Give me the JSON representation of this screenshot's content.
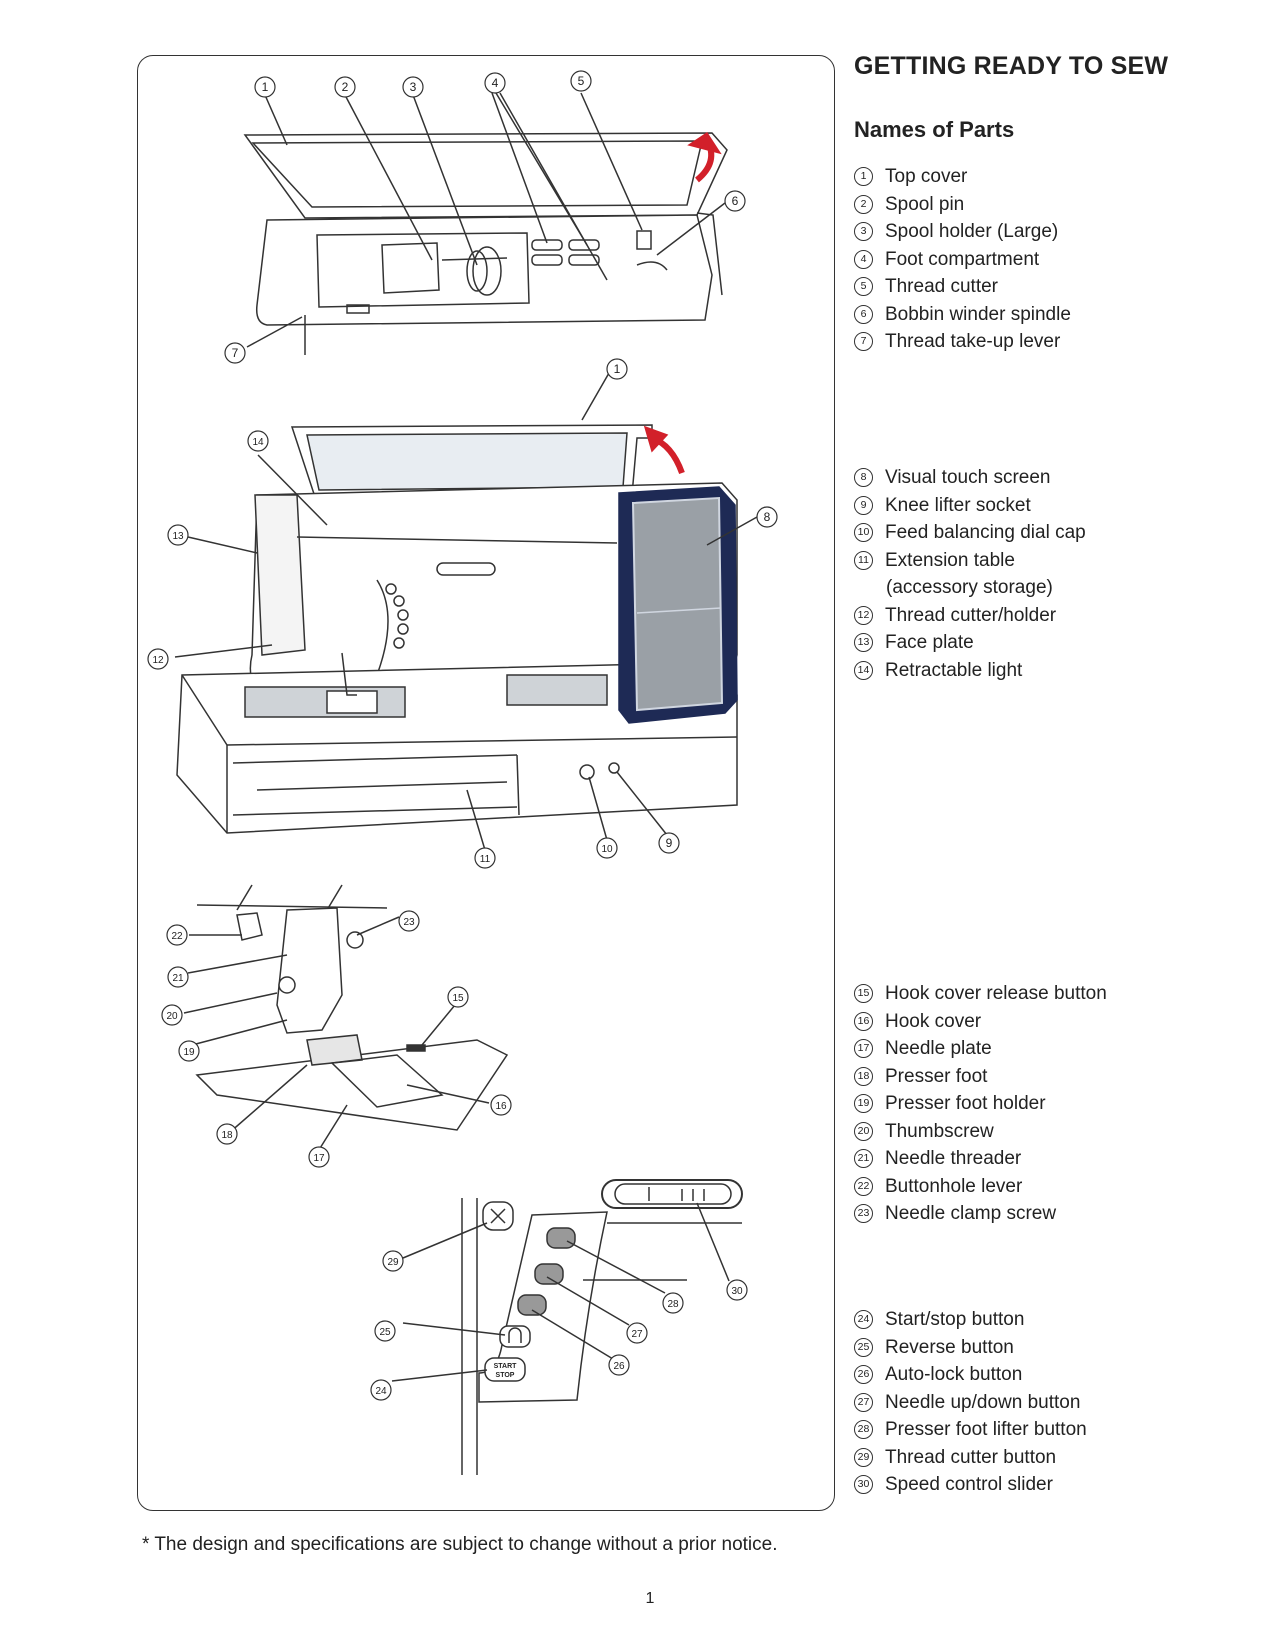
{
  "heading": "GETTING READY TO SEW",
  "subheading": "Names of Parts",
  "groups": [
    {
      "items": [
        {
          "num": "1",
          "label": "Top cover"
        },
        {
          "num": "2",
          "label": "Spool pin"
        },
        {
          "num": "3",
          "label": "Spool holder (Large)"
        },
        {
          "num": "4",
          "label": "Foot compartment"
        },
        {
          "num": "5",
          "label": "Thread cutter"
        },
        {
          "num": "6",
          "label": "Bobbin winder spindle"
        },
        {
          "num": "7",
          "label": "Thread take-up lever"
        }
      ]
    },
    {
      "items": [
        {
          "num": "8",
          "label": "Visual touch screen"
        },
        {
          "num": "9",
          "label": "Knee lifter socket"
        },
        {
          "num": "10",
          "label": "Feed balancing dial cap"
        },
        {
          "num": "11",
          "label": "Extension table"
        },
        {
          "num": "",
          "label": "(accessory storage)"
        },
        {
          "num": "12",
          "label": "Thread cutter/holder"
        },
        {
          "num": "13",
          "label": "Face plate"
        },
        {
          "num": "14",
          "label": "Retractable light"
        }
      ]
    },
    {
      "items": [
        {
          "num": "15",
          "label": "Hook cover release button"
        },
        {
          "num": "16",
          "label": "Hook cover"
        },
        {
          "num": "17",
          "label": "Needle plate"
        },
        {
          "num": "18",
          "label": "Presser foot"
        },
        {
          "num": "19",
          "label": "Presser foot holder"
        },
        {
          "num": "20",
          "label": "Thumbscrew"
        },
        {
          "num": "21",
          "label": "Needle threader"
        },
        {
          "num": "22",
          "label": "Buttonhole lever"
        },
        {
          "num": "23",
          "label": "Needle clamp screw"
        }
      ]
    },
    {
      "items": [
        {
          "num": "24",
          "label": "Start/stop button"
        },
        {
          "num": "25",
          "label": "Reverse button"
        },
        {
          "num": "26",
          "label": "Auto-lock button"
        },
        {
          "num": "27",
          "label": "Needle up/down button"
        },
        {
          "num": "28",
          "label": "Presser foot lifter button"
        },
        {
          "num": "29",
          "label": "Thread cutter button"
        },
        {
          "num": "30",
          "label": "Speed control slider"
        }
      ]
    }
  ],
  "figure": {
    "button_labels": {
      "start": "START",
      "stop": "STOP"
    }
  },
  "footnote": "* The design and specifications are subject to change without a prior notice.",
  "page_number": "1",
  "colors": {
    "screen_frame": "#1e2a55",
    "arrow": "#d2202a",
    "screen": "#9aa0a6"
  }
}
